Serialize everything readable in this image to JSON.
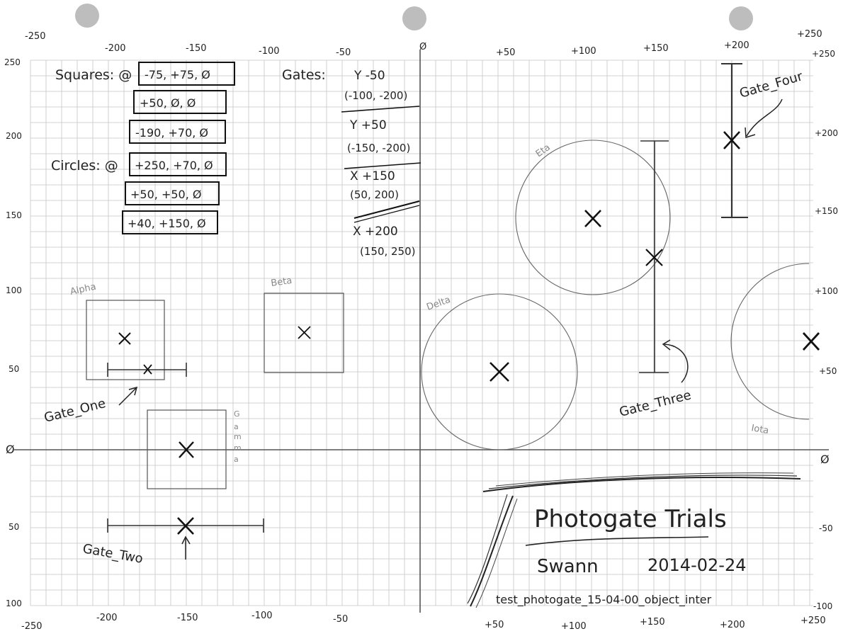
{
  "sheet": {
    "top_axis_labels": [
      "-250",
      "-200",
      "-150",
      "-100",
      "-50",
      "Ø",
      "+50",
      "+100",
      "+150",
      "+200",
      "+250"
    ],
    "bottom_axis_labels": [
      "-250",
      "-200",
      "-150",
      "-100",
      "-50",
      "+50",
      "+100",
      "+150",
      "+200",
      "+250"
    ],
    "left_axis_labels": [
      "250",
      "200",
      "150",
      "100",
      "50",
      "Ø",
      "50",
      "100"
    ],
    "right_axis_labels": [
      "+250",
      "+200",
      "+150",
      "+100",
      "+50",
      "Ø",
      "-50",
      "-100"
    ],
    "corner_labels": {
      "top_left": "-250",
      "top_right": "+250",
      "bottom_left": "-250",
      "bottom_right": "-100"
    }
  },
  "notes": {
    "squares_label": "Squares: @",
    "squares": [
      "-75, +75, Ø",
      "+50, Ø, Ø",
      "-190, +70, Ø"
    ],
    "circles_label": "Circles: @",
    "circles": [
      "+250, +70, Ø",
      "+50, +50, Ø",
      "+40, +150, Ø"
    ],
    "gates_label": "Gates:",
    "gates": [
      {
        "axis": "Y -50",
        "range": "(-100, -200)"
      },
      {
        "axis": "Y +50",
        "range": "(-150, -200)"
      },
      {
        "axis": "X +150",
        "range": "(50, 200)"
      },
      {
        "axis": "X +200",
        "range": "(150, 250)"
      }
    ]
  },
  "labels": {
    "alpha": "Alpha",
    "beta": "Beta",
    "gamma_letters": [
      "G",
      "a",
      "m",
      "m",
      "a"
    ],
    "delta": "Delta",
    "eta": "Eta",
    "iota": "Iota",
    "gate_one": "Gate_One",
    "gate_two": "Gate_Two",
    "gate_three": "Gate_Three",
    "gate_four": "Gate_Four"
  },
  "title_block": {
    "title": "Photogate Trials",
    "author": "Swann",
    "date": "2014-02-24",
    "filename": "test_photogate_15-04-00_object_inter"
  }
}
